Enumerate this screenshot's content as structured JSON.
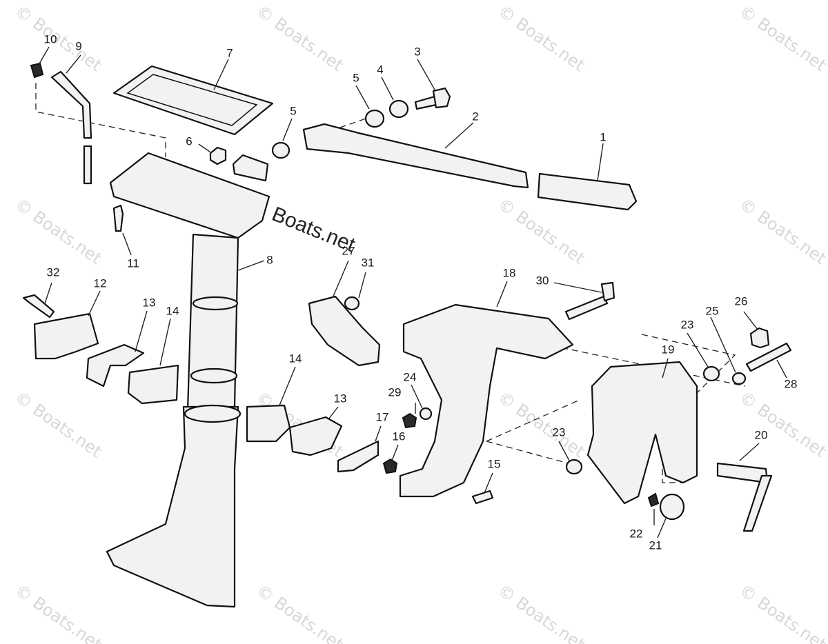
{
  "diagram": {
    "watermark_text": "© Boats.net",
    "brand_text": "Boats.net",
    "callouts": [
      {
        "id": "c1",
        "label": "1"
      },
      {
        "id": "c2",
        "label": "2"
      },
      {
        "id": "c3",
        "label": "3"
      },
      {
        "id": "c4",
        "label": "4"
      },
      {
        "id": "c5a",
        "label": "5"
      },
      {
        "id": "c5b",
        "label": "5"
      },
      {
        "id": "c6",
        "label": "6"
      },
      {
        "id": "c7",
        "label": "7"
      },
      {
        "id": "c8",
        "label": "8"
      },
      {
        "id": "c9",
        "label": "9"
      },
      {
        "id": "c10",
        "label": "10"
      },
      {
        "id": "c11",
        "label": "11"
      },
      {
        "id": "c12",
        "label": "12"
      },
      {
        "id": "c13a",
        "label": "13"
      },
      {
        "id": "c13b",
        "label": "13"
      },
      {
        "id": "c14a",
        "label": "14"
      },
      {
        "id": "c14b",
        "label": "14"
      },
      {
        "id": "c15",
        "label": "15"
      },
      {
        "id": "c16",
        "label": "16"
      },
      {
        "id": "c17",
        "label": "17"
      },
      {
        "id": "c18",
        "label": "18"
      },
      {
        "id": "c19",
        "label": "19"
      },
      {
        "id": "c20",
        "label": "20"
      },
      {
        "id": "c21",
        "label": "21"
      },
      {
        "id": "c22",
        "label": "22"
      },
      {
        "id": "c23a",
        "label": "23"
      },
      {
        "id": "c23b",
        "label": "23"
      },
      {
        "id": "c24",
        "label": "24"
      },
      {
        "id": "c25",
        "label": "25"
      },
      {
        "id": "c26",
        "label": "26"
      },
      {
        "id": "c27",
        "label": "27"
      },
      {
        "id": "c28",
        "label": "28"
      },
      {
        "id": "c29",
        "label": "29"
      },
      {
        "id": "c30",
        "label": "30"
      },
      {
        "id": "c31",
        "label": "31"
      },
      {
        "id": "c32",
        "label": "32"
      }
    ]
  }
}
